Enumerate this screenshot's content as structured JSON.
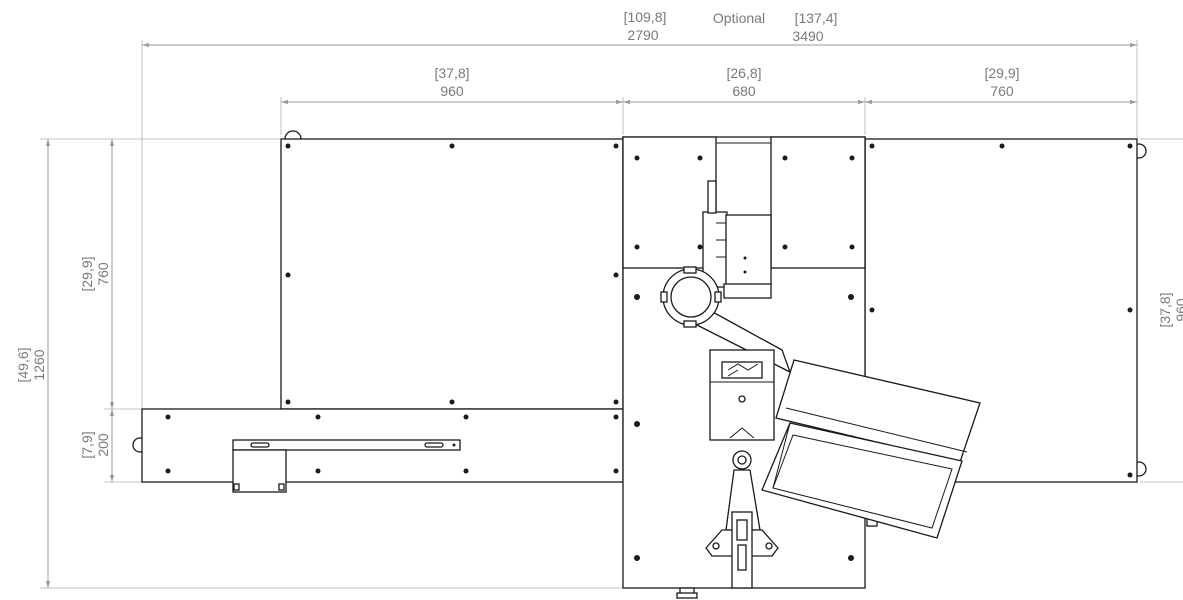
{
  "dimensions": {
    "overall_std_in": "[109,8]",
    "overall_std_mm": "2790",
    "optional_label": "Optional",
    "overall_opt_in": "[137,4]",
    "overall_opt_mm": "3490",
    "left_table_in": "[37,8]",
    "left_table_mm": "960",
    "center_in": "[26,8]",
    "center_mm": "680",
    "right_table_in": "[29,9]",
    "right_table_mm": "760",
    "total_depth_in": "[49,6]",
    "total_depth_mm": "1260",
    "upper_depth_in": "[29,9]",
    "upper_depth_mm": "760",
    "lower_depth_in": "[7,9]",
    "lower_depth_mm": "200",
    "right_depth_in": "[37,8]",
    "right_depth_mm": "960"
  },
  "colors": {
    "outline": "#1a1a1a",
    "dimension": "#7a7a7a",
    "background": "#ffffff"
  }
}
